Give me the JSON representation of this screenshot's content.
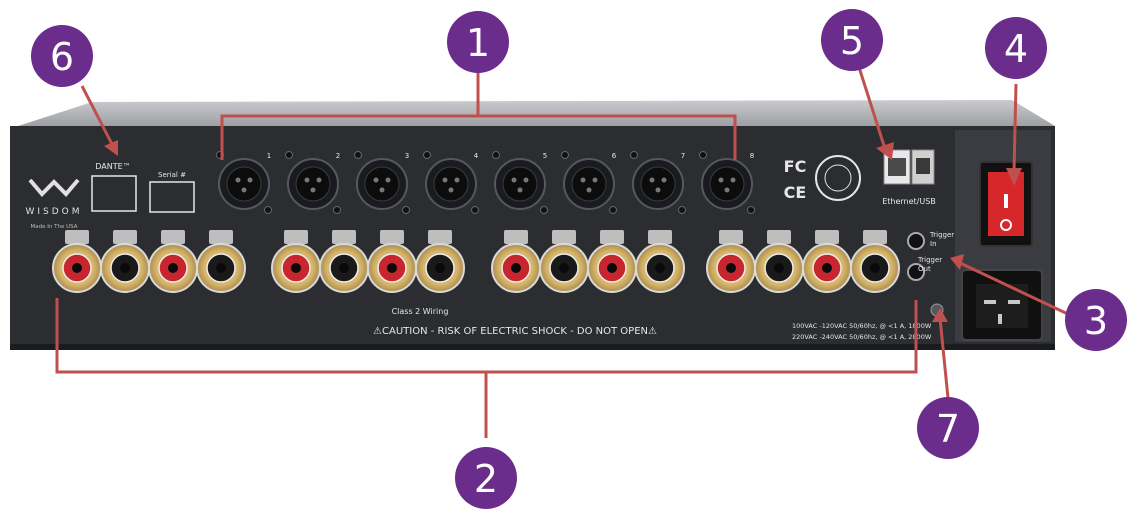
{
  "callouts": [
    {
      "num": "1",
      "target": "xlr-inputs"
    },
    {
      "num": "2",
      "target": "speaker-outputs"
    },
    {
      "num": "3",
      "target": "trigger-out"
    },
    {
      "num": "4",
      "target": "power-switch"
    },
    {
      "num": "5",
      "target": "ethernet-usb"
    },
    {
      "num": "6",
      "target": "dante-label"
    },
    {
      "num": "7",
      "target": "ground-screw"
    }
  ],
  "panel": {
    "brand": "WISDOM",
    "made_in": "Made In The USA",
    "dante_label": "DANTE™",
    "serial_label": "Serial #",
    "xlr_numbers": [
      "1",
      "2",
      "3",
      "4",
      "5",
      "6",
      "7",
      "8"
    ],
    "ethernet_label": "Ethernet/USB",
    "fcc_mark": "FC",
    "ce_mark": "CE",
    "trigger_in_label": "Trigger\nIn",
    "trigger_out_label": "Trigger\nOut",
    "class2_label": "Class 2 Wiring",
    "caution": "⚠CAUTION - RISK OF ELECTRIC SHOCK - DO NOT OPEN⚠",
    "power_rating_1": "100VAC -120VAC 50/60hz, @ <1 A, 1800W",
    "power_rating_2": "220VAC -240VAC 50/60hz, @ <1 A, 2800W"
  },
  "colors": {
    "callout_fill": "#6b2d8c",
    "bracket": "#c0504d",
    "panel": "#2b2d31"
  }
}
